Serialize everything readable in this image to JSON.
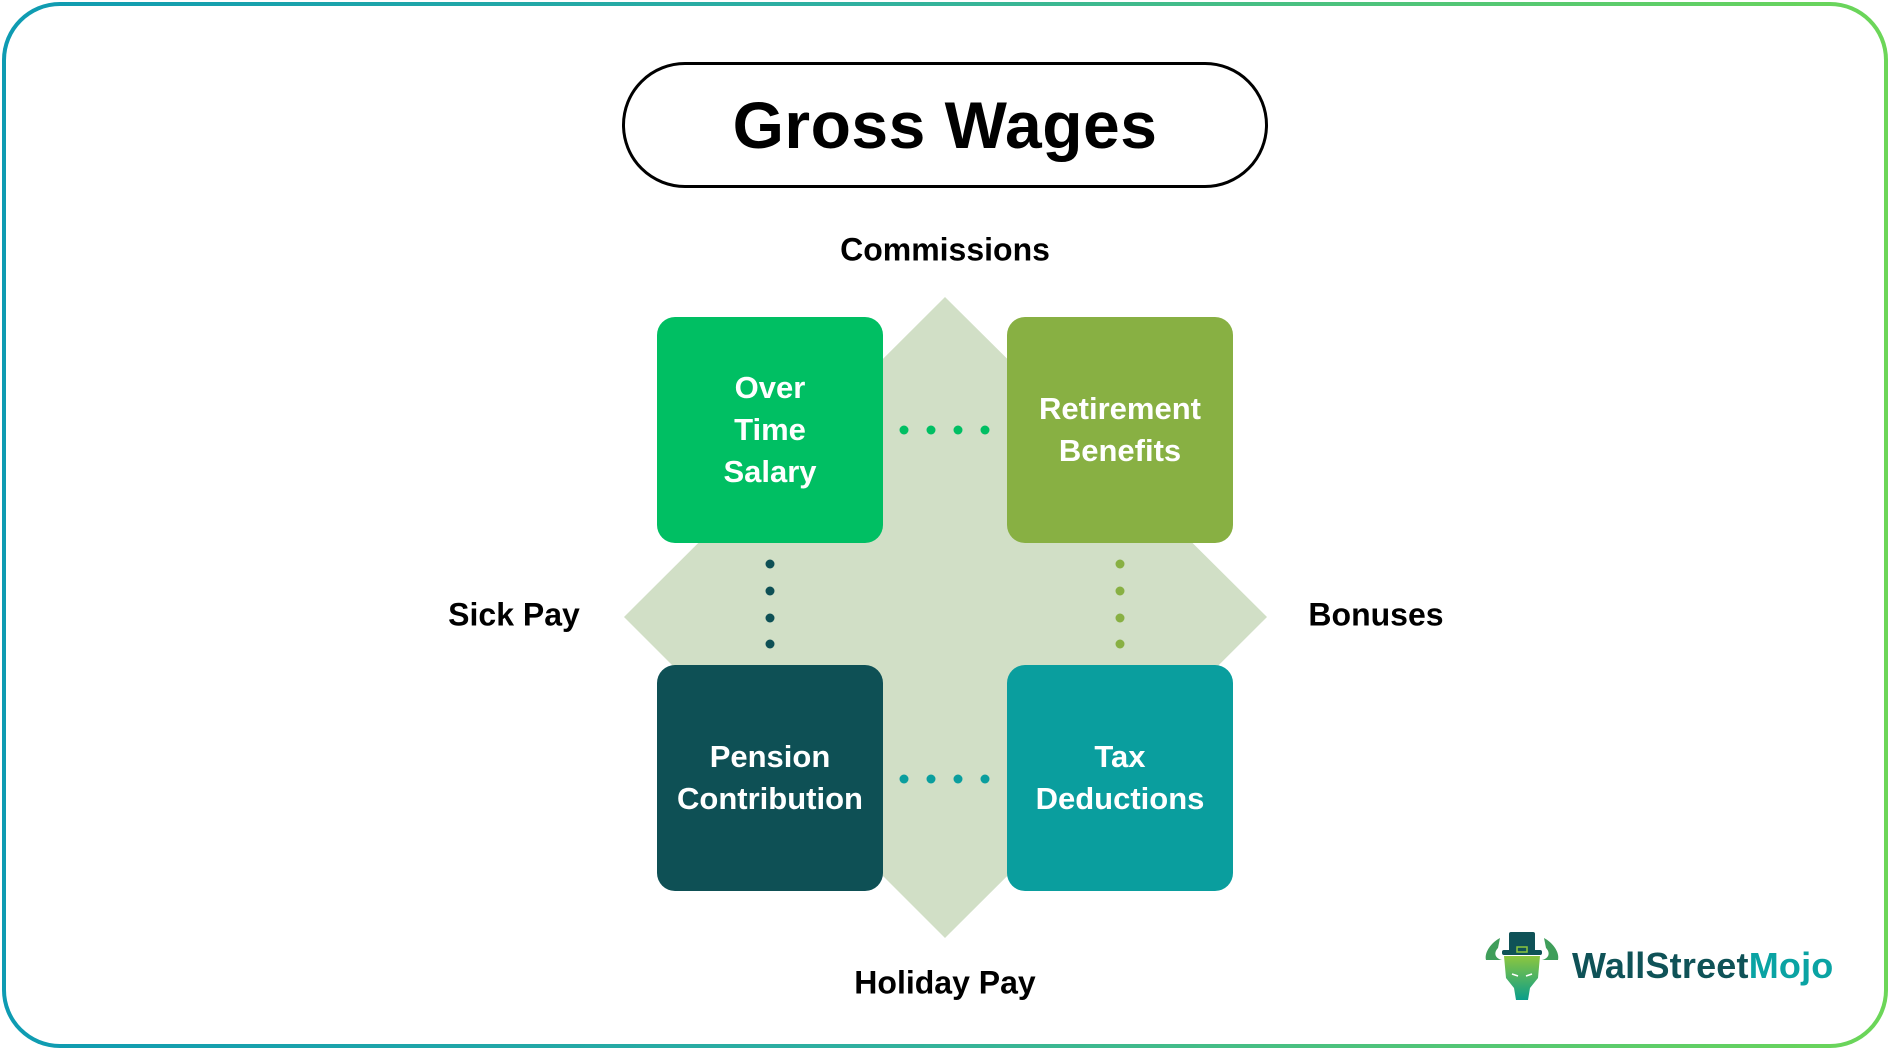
{
  "title": "Gross Wages",
  "axis_labels": {
    "top": "Commissions",
    "left": "Sick Pay",
    "right": "Bonuses",
    "bottom": "Holiday Pay"
  },
  "boxes": [
    {
      "label": "Over\nTime\nSalary",
      "color": "#00bf63",
      "position": "top-left"
    },
    {
      "label": "Retirement\nBenefits",
      "color": "#88b043",
      "position": "top-right"
    },
    {
      "label": "Pension\nContribution",
      "color": "#0e5055",
      "position": "bottom-left"
    },
    {
      "label": "Tax\nDeductions",
      "color": "#0a9e9e",
      "position": "bottom-right"
    }
  ],
  "connectors": {
    "top": {
      "color": "#00bf63",
      "count": 4
    },
    "left": {
      "color": "#0e5055",
      "count": 4
    },
    "right": {
      "color": "#88b043",
      "count": 4
    },
    "bottom": {
      "color": "#0a9e9e",
      "count": 4
    }
  },
  "background_shape_color": "#d1dfc6",
  "border_gradient": [
    "#0e9bb2",
    "#6cd658"
  ],
  "logo": {
    "icon": "bull-with-top-hat-icon",
    "text_part1": "WallStreet",
    "text_part2": "Mojo",
    "color_part1": "#0f5257",
    "color_part2": "#0aa3a3"
  }
}
